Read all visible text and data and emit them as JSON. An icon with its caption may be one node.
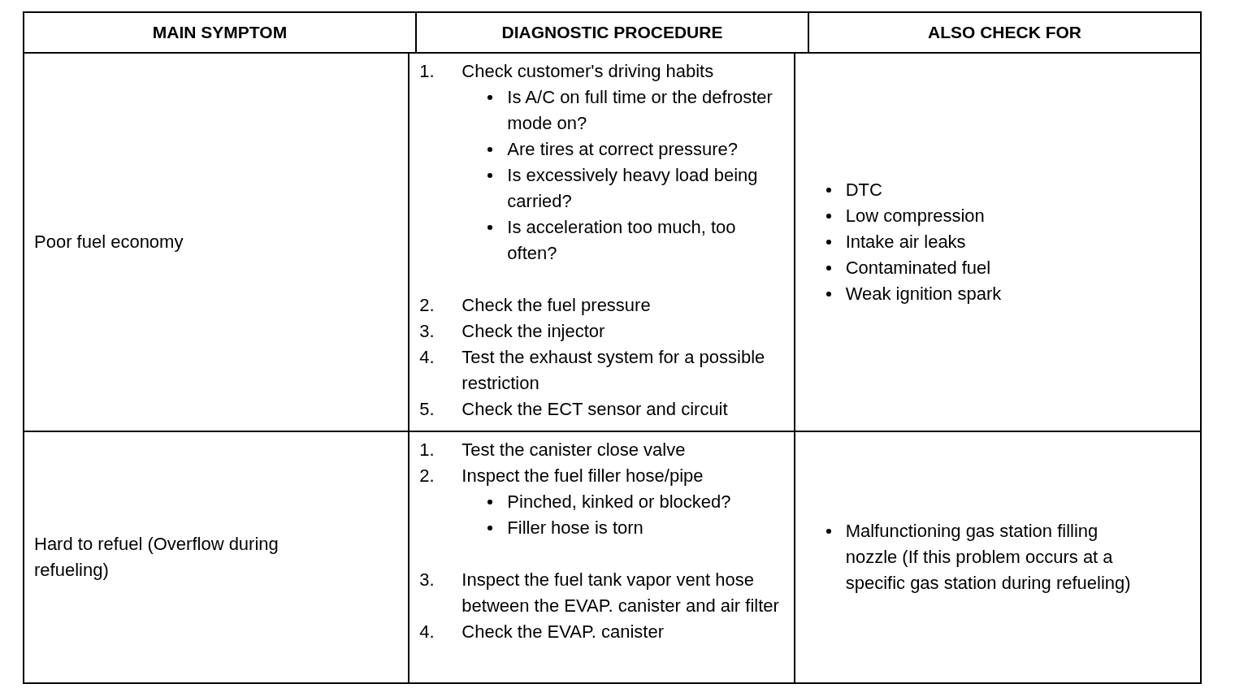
{
  "diagram": {
    "labels": [
      "MAIN SYMPTOM",
      "DIAGNOSTIC PROCEDURE",
      "ALSO CHECK FOR",
      "Poor fuel economy",
      "1.",
      "Check customer's driving habits",
      "Is A/C on full time or the defroster mode on?",
      "Are tires at correct pressure?",
      "Is excessively heavy load being carried?",
      "Is acceleration too much, too often?",
      "2.",
      "Check the fuel pressure",
      "3.",
      "Check the injector",
      "4.",
      "Test the exhaust system for a possible restriction",
      "5.",
      "Check the ECT sensor and circuit",
      "DTC",
      "Low compression",
      "Intake air leaks",
      "Contaminated fuel",
      "Weak ignition spark",
      "Hard to refuel (Overflow during refueling)",
      "1.",
      "Test the canister close valve",
      "2.",
      "Inspect the fuel filler hose/pipe",
      "Pinched, kinked or blocked?",
      "Filler hose is torn",
      "3.",
      "Inspect the fuel tank vapor vent hose between the EVAP. canister and air filter",
      "4.",
      "Check the EVAP. canister",
      "Malfunctioning gas station filling nozzle (If this problem occurs at a specific gas station during refueling)"
    ]
  }
}
